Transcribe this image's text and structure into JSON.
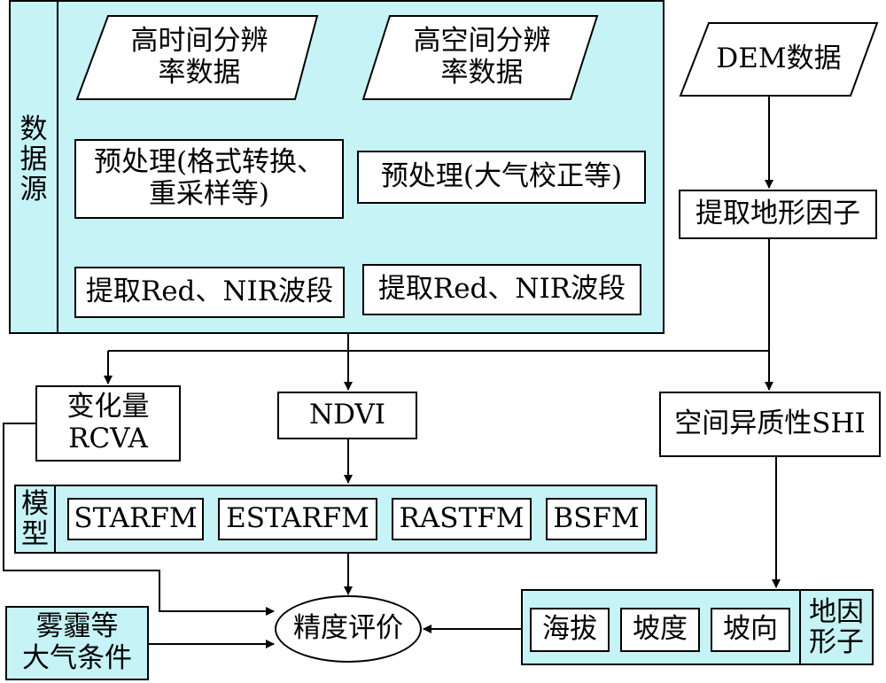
{
  "data_source": {
    "label": "数\n据\n源",
    "high_temporal": "高时间分辨\n率数据",
    "high_spatial": "高空间分辨\n率数据",
    "preprocess_left": "预处理(格式转换、\n重采样等)",
    "preprocess_right": "预处理(大气校正等)",
    "extract_left": "提取Red、NIR波段",
    "extract_right": "提取Red、NIR波段"
  },
  "dem": {
    "data": "DEM数据",
    "extract_terrain": "提取地形因子",
    "shi": "空间异质性SHI"
  },
  "change": {
    "label": "变化量\nRCVA"
  },
  "ndvi": {
    "label": "NDVI"
  },
  "models": {
    "label": "模\n型",
    "items": [
      "STARFM",
      "ESTARFM",
      "RASTFM",
      "BSFM"
    ]
  },
  "terrain_factors": {
    "label": "地因\n形子",
    "items": [
      "海拔",
      "坡度",
      "坡向"
    ]
  },
  "haze": {
    "label": "雾霾等\n大气条件"
  },
  "accuracy": {
    "label": "精度评价"
  }
}
